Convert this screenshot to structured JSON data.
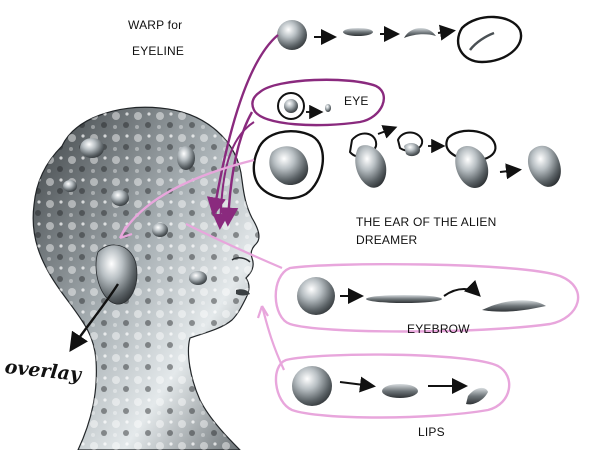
{
  "labels": {
    "warp_line1": "WARP for",
    "warp_line2": "EYELINE",
    "eye": "EYE",
    "ear_line1": "THE EAR OF THE ALIEN",
    "ear_line2": "DREAMER",
    "eyebrow": "EYEBROW",
    "lips": "LIPS",
    "overlay": "overlay"
  },
  "colors": {
    "background": "#ffffff",
    "purple_arrow": "#8a2a7e",
    "pink_outline": "#e8a6dc",
    "ink": "#111111",
    "silver_dark": "#3e4346",
    "silver_light": "#e9eef0"
  }
}
